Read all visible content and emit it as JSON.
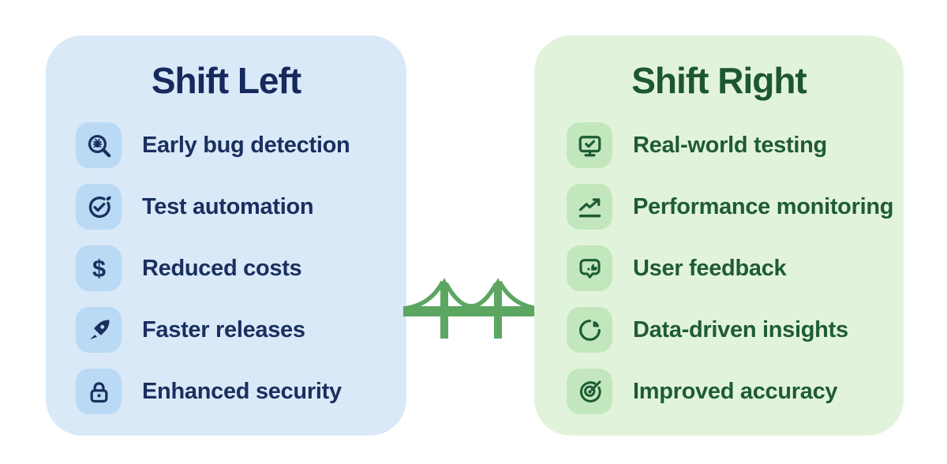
{
  "colors": {
    "page_bg": "#ffffff",
    "left_panel_bg": "#d9e9f8",
    "left_tile_bg": "#b9d9f4",
    "left_text": "#1a2f5e",
    "left_title": "#16295c",
    "right_panel_bg": "#e2f3dc",
    "right_tile_bg": "#c3e7bd",
    "right_text": "#1e5c36",
    "right_title": "#1d5632",
    "bridge_green": "#5ca662"
  },
  "left_panel": {
    "title": "Shift Left",
    "items": [
      {
        "icon": "bug-search-icon",
        "label": "Early bug detection"
      },
      {
        "icon": "test-automation-icon",
        "label": "Test automation"
      },
      {
        "icon": "dollar-icon",
        "label": "Reduced costs"
      },
      {
        "icon": "rocket-icon",
        "label": "Faster releases"
      },
      {
        "icon": "lock-icon",
        "label": "Enhanced security"
      }
    ]
  },
  "right_panel": {
    "title": "Shift Right",
    "items": [
      {
        "icon": "monitor-check-icon",
        "label": "Real-world testing"
      },
      {
        "icon": "trend-up-icon",
        "label": "Performance monitoring"
      },
      {
        "icon": "feedback-icon",
        "label": "User feedback"
      },
      {
        "icon": "pie-chart-icon",
        "label": "Data-driven insights"
      },
      {
        "icon": "target-arrow-icon",
        "label": "Improved accuracy"
      }
    ]
  },
  "bridge": {
    "icon": "bridge-icon"
  }
}
